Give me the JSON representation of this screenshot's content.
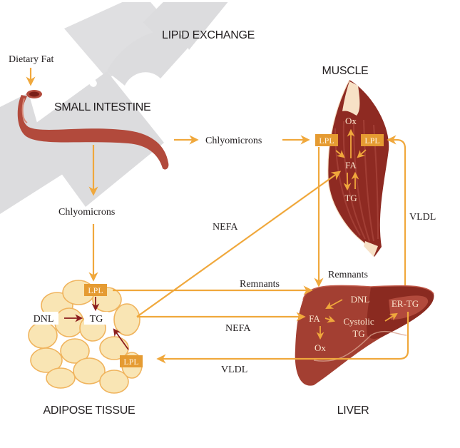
{
  "title": "LIPID EXCHANGE",
  "organs": {
    "small_intestine": "SMALL INTESTINE",
    "muscle": "MUSCLE",
    "adipose": "ADIPOSE TISSUE",
    "liver": "LIVER"
  },
  "flows": {
    "dietary_fat": "Dietary Fat",
    "chylo_right": "Chlyomicrons",
    "chylo_down": "Chlyomicrons",
    "nefa_diag": "NEFA",
    "remnants_adipose": "Remnants",
    "remnants_muscle": "Remnants",
    "nefa_liver": "NEFA",
    "vldl_bottom": "VLDL",
    "vldl_right": "VLDL"
  },
  "muscle": {
    "lpl_left": "LPL",
    "lpl_right": "LPL",
    "ox": "Ox",
    "fa": "FA",
    "tg": "TG"
  },
  "adipose": {
    "lpl_top": "LPL",
    "lpl_bottom": "LPL",
    "dnl": "DNL",
    "tg": "TG"
  },
  "liver": {
    "dnl": "DNL",
    "fa": "FA",
    "cystolic": "Cystolic",
    "cystolic_tg": "TG",
    "er_tg": "ER-TG",
    "ox": "Ox"
  },
  "colors": {
    "flow": "#f0a83c",
    "lpl_box": "#e59b32",
    "organ_red": "#8e2a22",
    "intestine": "#b24a3c",
    "fat_cell": "#f9e5b4",
    "watermark": "#dcdcde"
  }
}
